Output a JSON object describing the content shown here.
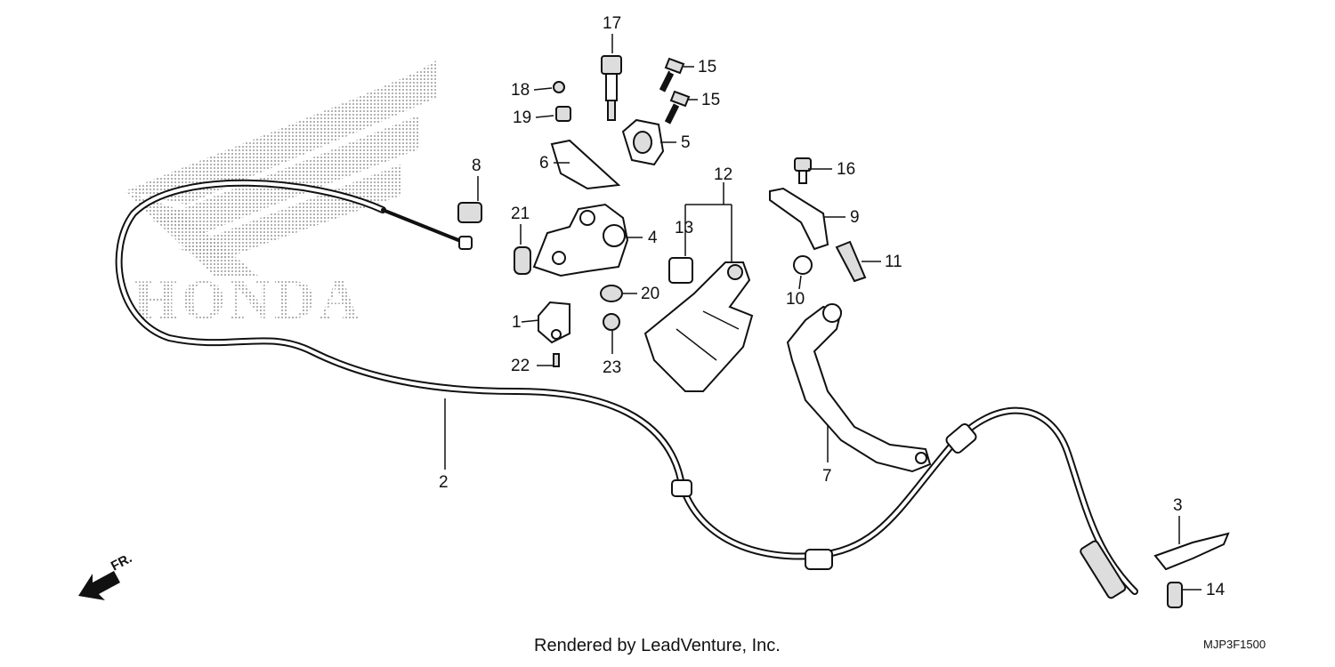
{
  "diagram": {
    "brand_logo": "HONDA",
    "front_indicator": "FR.",
    "footer_credit": "Rendered by LeadVenture, Inc.",
    "diagram_code": "MJP3F1500",
    "callouts": [
      "1",
      "2",
      "3",
      "4",
      "5",
      "6",
      "7",
      "8",
      "9",
      "10",
      "11",
      "12",
      "13",
      "14",
      "15",
      "15",
      "16",
      "17",
      "18",
      "19",
      "20",
      "21",
      "22",
      "23"
    ]
  }
}
